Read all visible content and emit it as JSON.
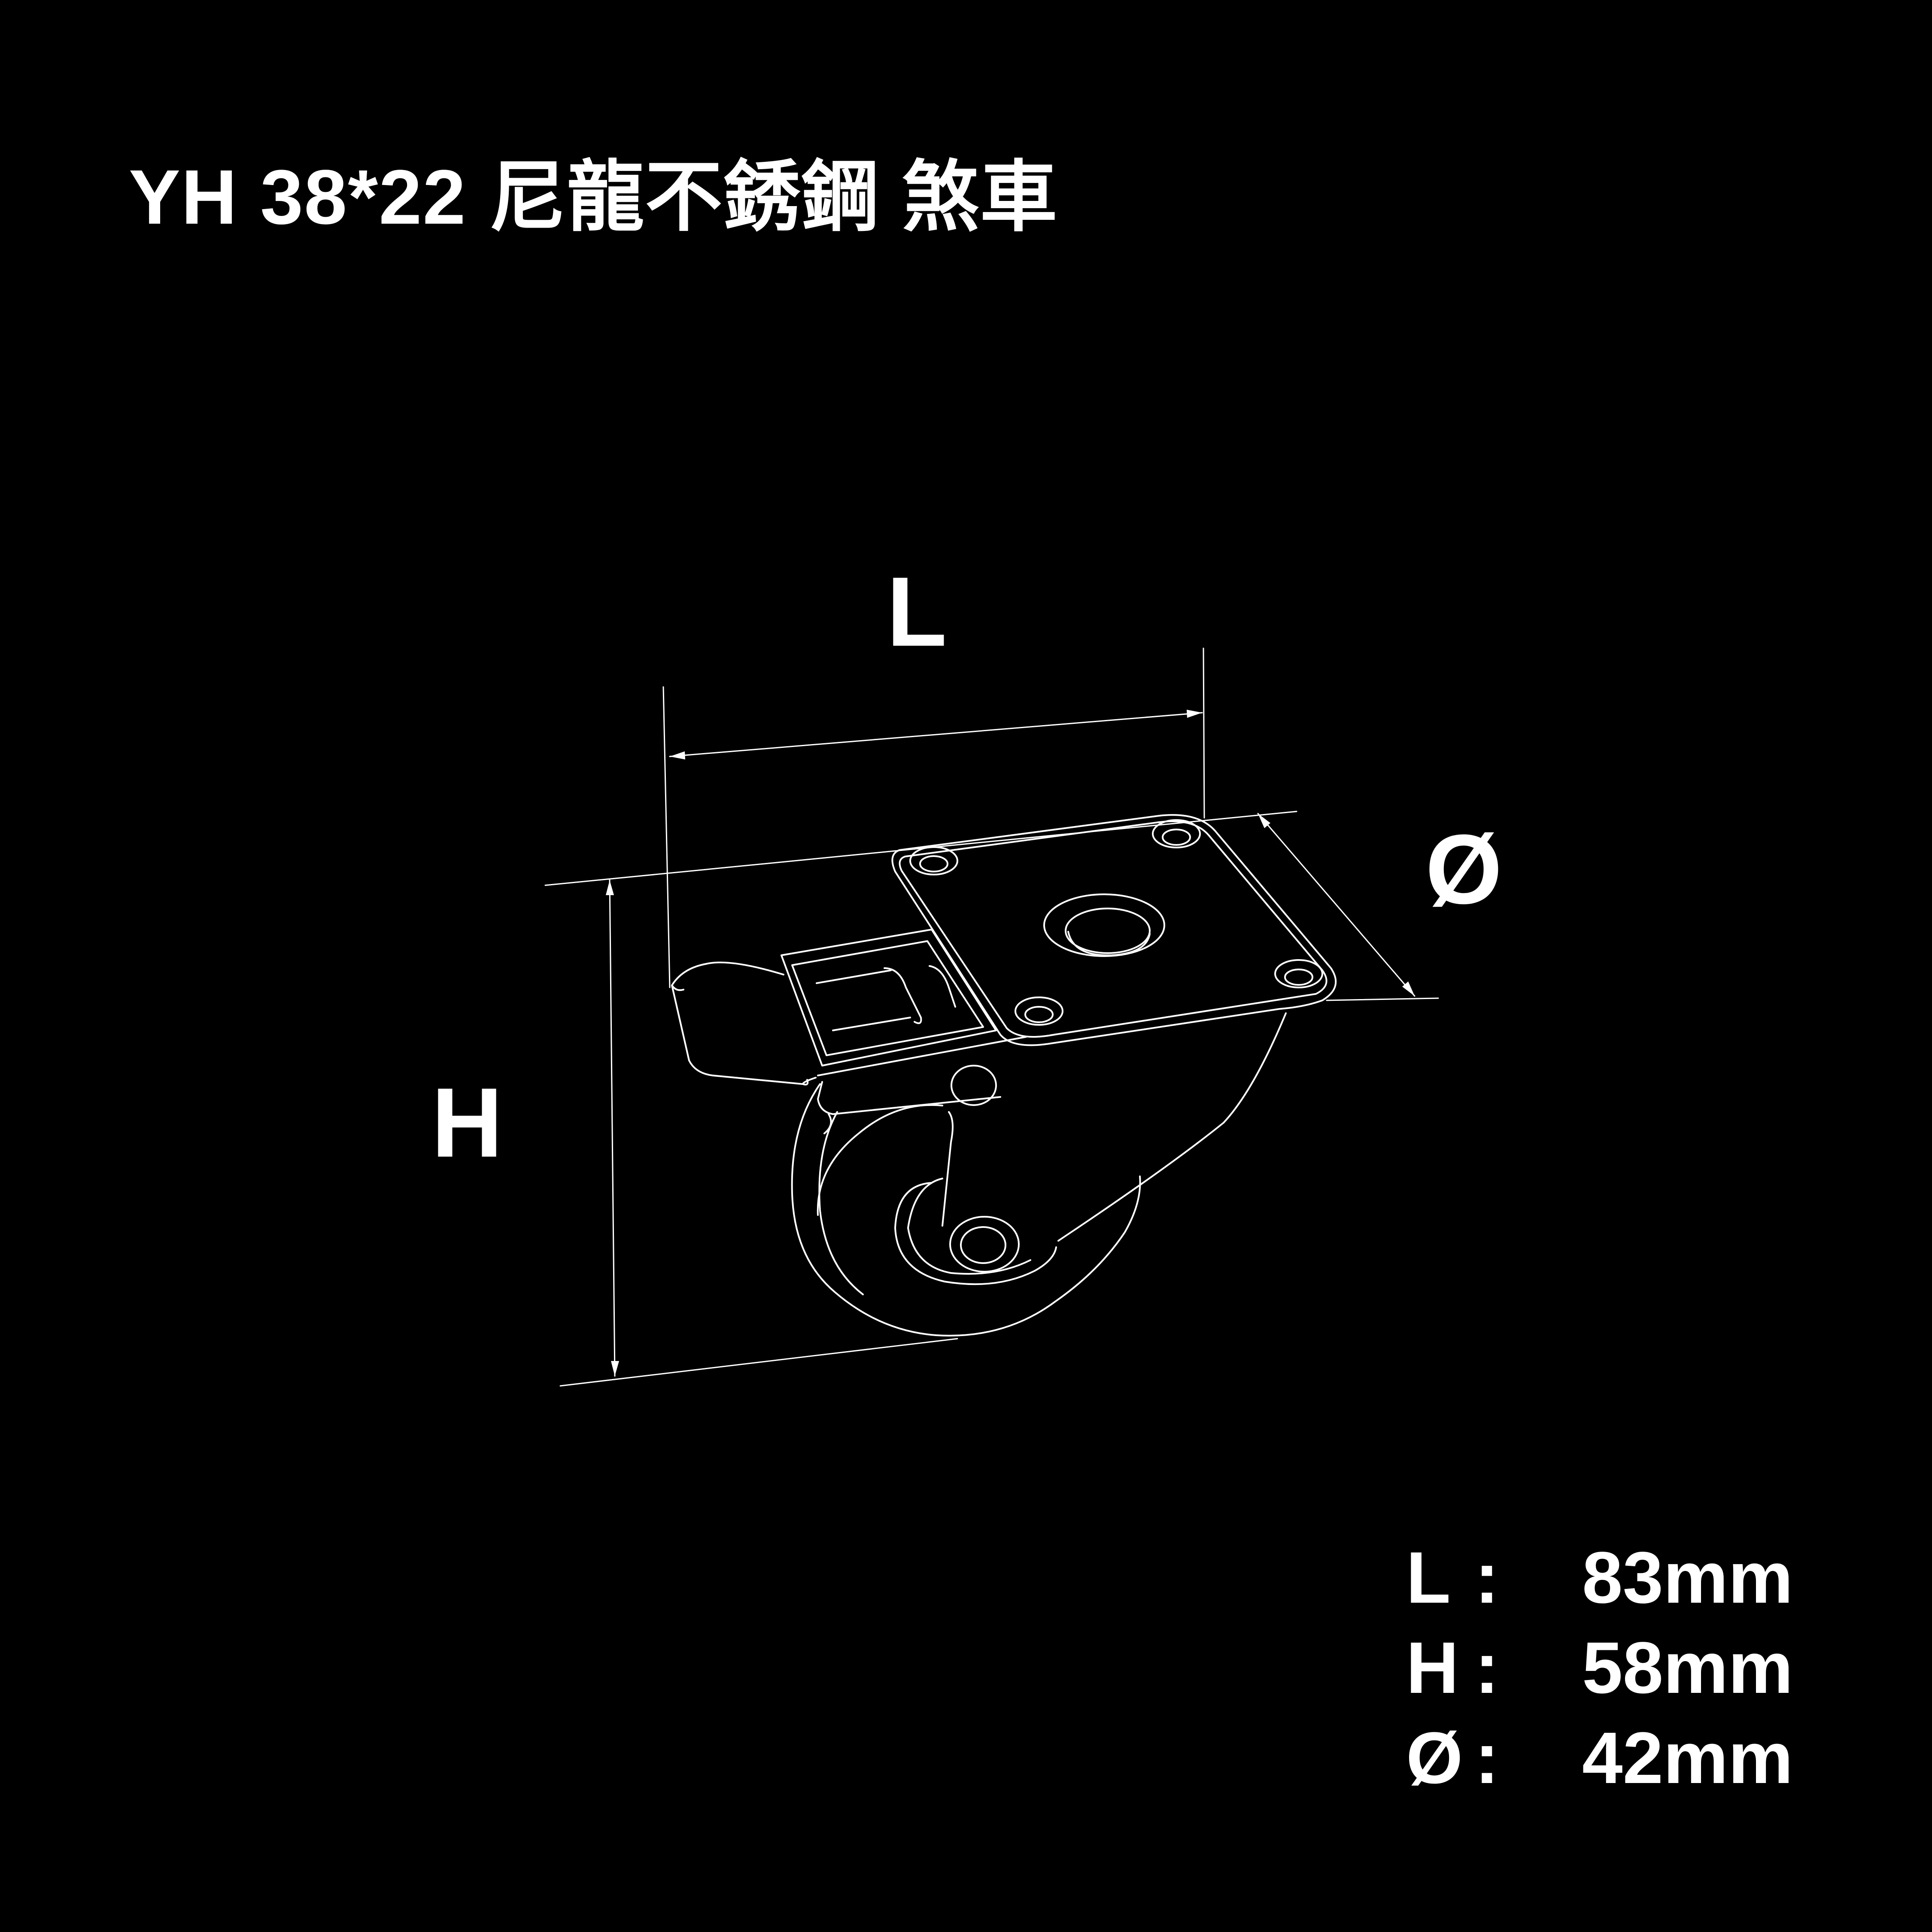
{
  "title": "YH 38*22 尼龍不銹鋼 煞車",
  "dimension_labels": {
    "length": "L",
    "height": "H",
    "diameter": "Ø"
  },
  "specs": [
    {
      "key": "L",
      "colon": ":",
      "value": "83mm"
    },
    {
      "key": "H",
      "colon": ":",
      "value": "58mm"
    },
    {
      "key": "Ø",
      "colon": ":",
      "value": "42mm"
    }
  ]
}
